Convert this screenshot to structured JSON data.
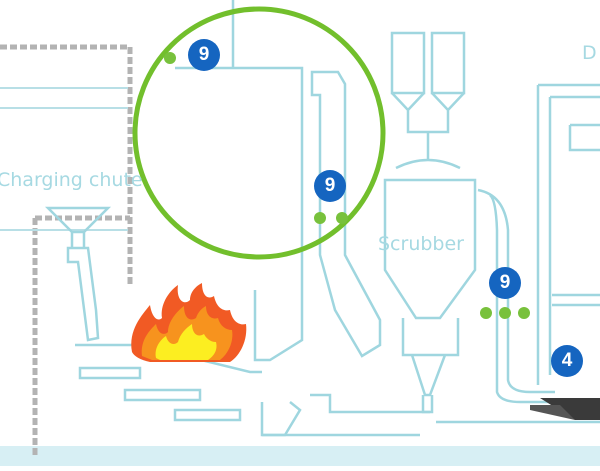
{
  "labels": {
    "charging_chute": "Charging chute",
    "scrubber": "Scrubber",
    "partial_top_right": "D"
  },
  "badges": [
    {
      "id": "badge-a",
      "number": "9"
    },
    {
      "id": "badge-b",
      "number": "9"
    },
    {
      "id": "badge-c",
      "number": "9"
    },
    {
      "id": "badge-d",
      "number": "4"
    }
  ],
  "colors": {
    "line": "#9fd6df",
    "badge": "#1565c0",
    "highlight_ring": "#72bf2c",
    "marker_dots": "#78c13c",
    "walls": "#b3b3b3",
    "water": "#d7eff4",
    "fire_outer": "#f15a24",
    "fire_mid": "#f7931e",
    "fire_inner": "#fcee21"
  }
}
